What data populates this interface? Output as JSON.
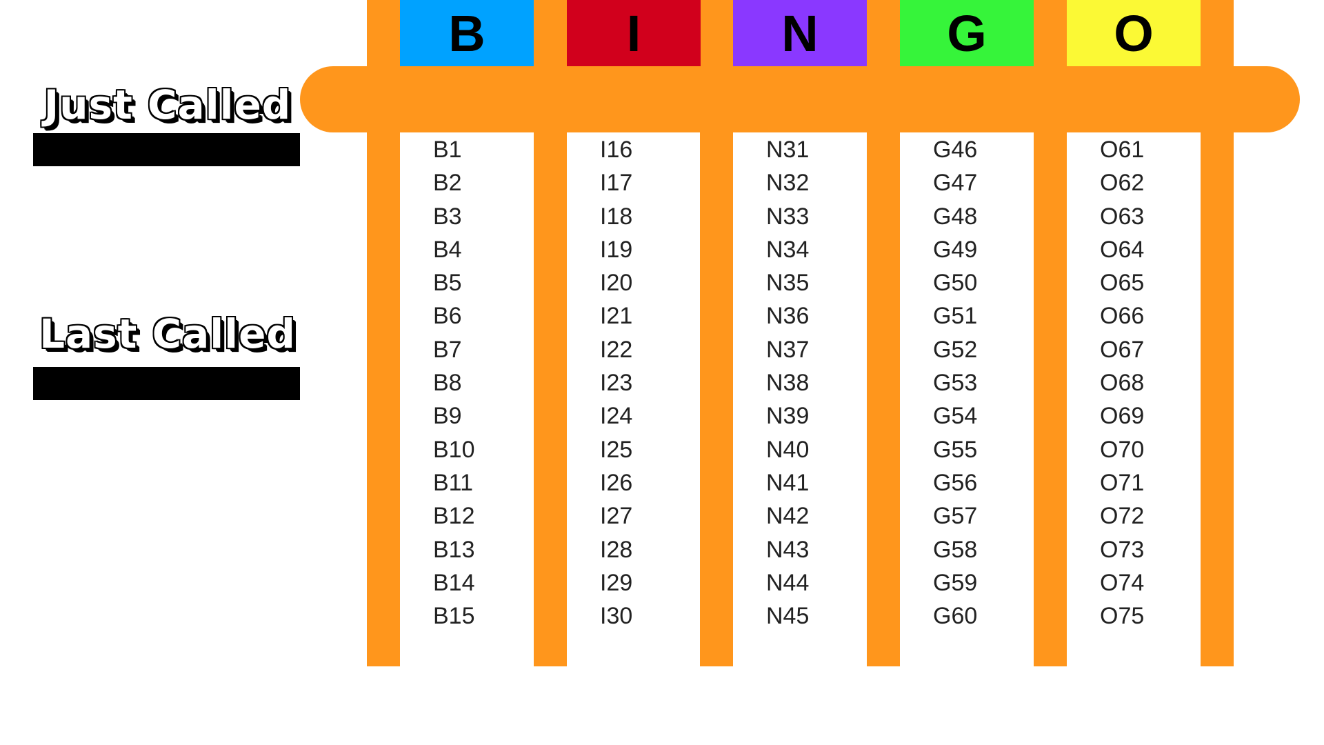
{
  "sidebar": {
    "just_called_label": "Just Called",
    "just_called_value": "",
    "last_called_label": "Last Called",
    "last_called_value": ""
  },
  "colors": {
    "frame": "#ff961c",
    "B": "#00a2ff",
    "I": "#d1001c",
    "N": "#8a38ff",
    "G": "#36f43a",
    "O": "#fbf935"
  },
  "board": {
    "headers": [
      "B",
      "I",
      "N",
      "G",
      "O"
    ],
    "columns": [
      [
        "B1",
        "B2",
        "B3",
        "B4",
        "B5",
        "B6",
        "B7",
        "B8",
        "B9",
        "B10",
        "B11",
        "B12",
        "B13",
        "B14",
        "B15"
      ],
      [
        "I16",
        "I17",
        "I18",
        "I19",
        "I20",
        "I21",
        "I22",
        "I23",
        "I24",
        "I25",
        "I26",
        "I27",
        "I28",
        "I29",
        "I30"
      ],
      [
        "N31",
        "N32",
        "N33",
        "N34",
        "N35",
        "N36",
        "N37",
        "N38",
        "N39",
        "N40",
        "N41",
        "N42",
        "N43",
        "N44",
        "N45"
      ],
      [
        "G46",
        "G47",
        "G48",
        "G49",
        "G50",
        "G51",
        "G52",
        "G53",
        "G54",
        "G55",
        "G56",
        "G57",
        "G58",
        "G59",
        "G60"
      ],
      [
        "O61",
        "O62",
        "O63",
        "O64",
        "O65",
        "O66",
        "O67",
        "O68",
        "O69",
        "O70",
        "O71",
        "O72",
        "O73",
        "O74",
        "O75"
      ]
    ]
  }
}
